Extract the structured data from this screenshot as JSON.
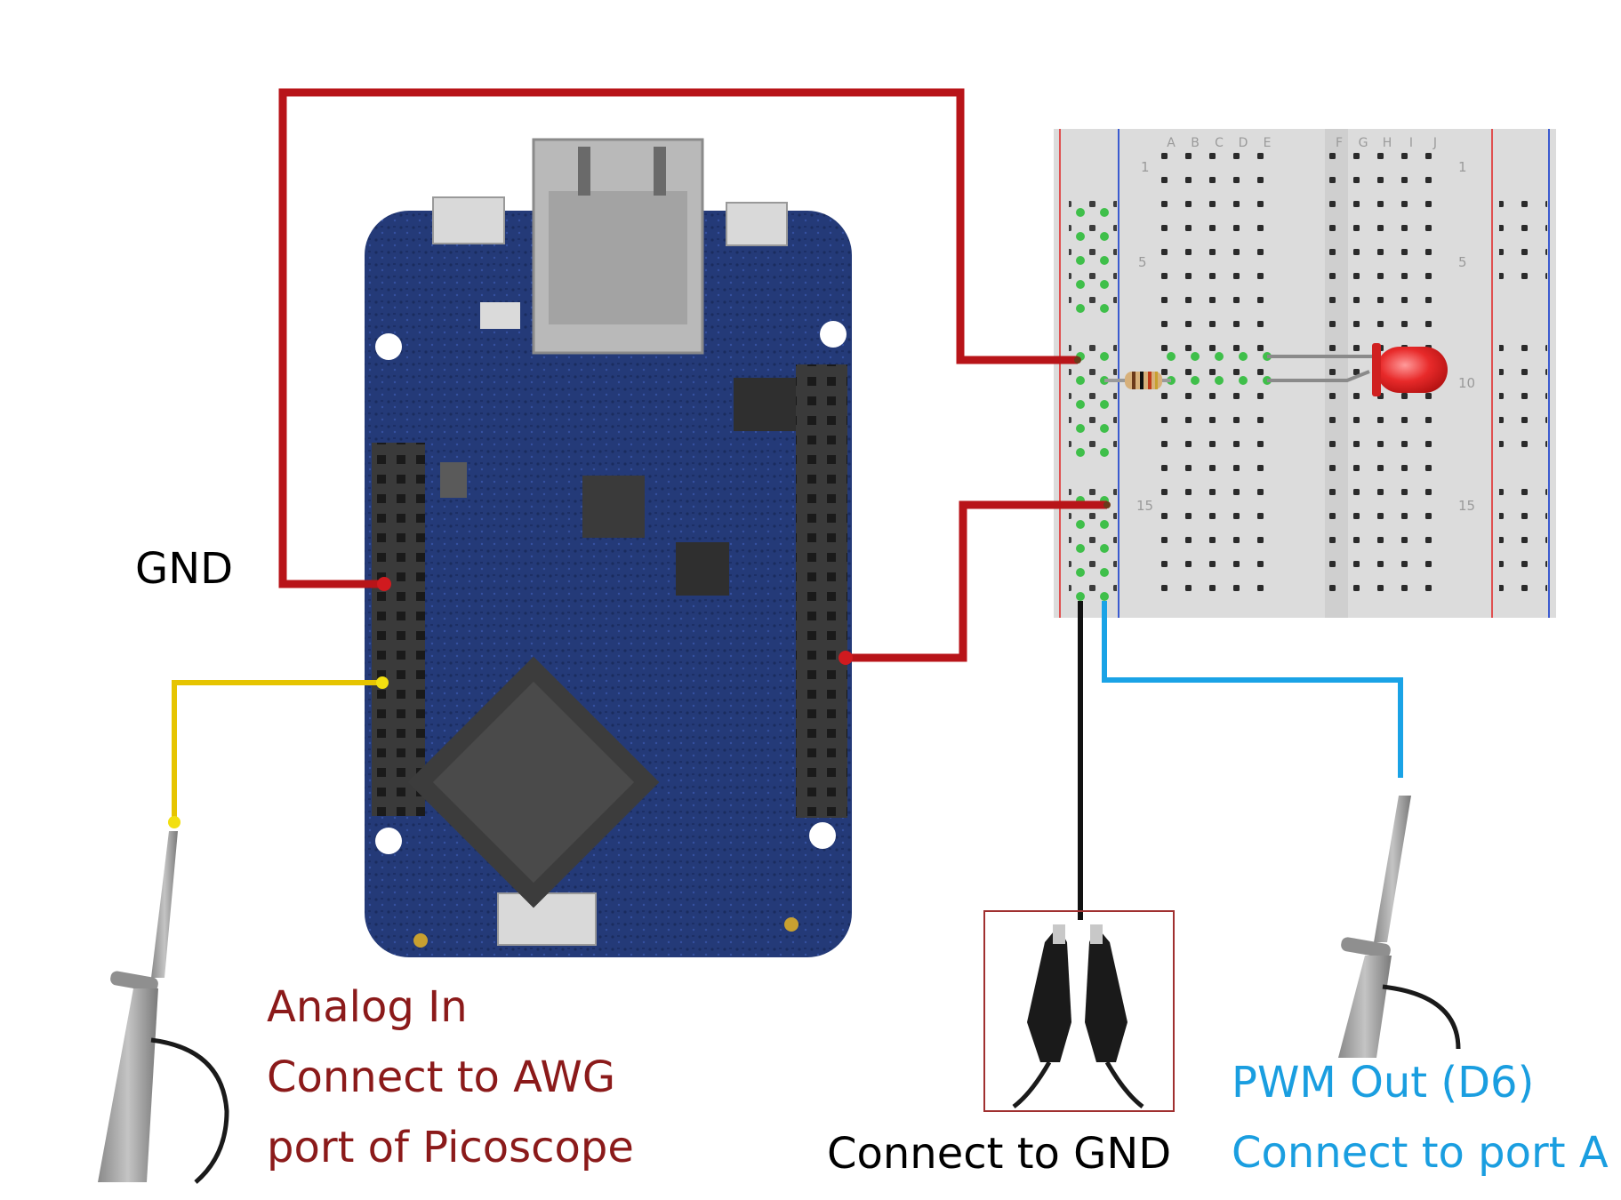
{
  "labels": {
    "gnd": "GND",
    "analog_in": [
      "Analog In",
      "Connect to AWG",
      "port of Picoscope"
    ],
    "connect_gnd": "Connect to GND",
    "pwm_out": [
      "PWM Out (D6)",
      "Connect to port A"
    ]
  },
  "breadboard": {
    "columns_left": [
      "A",
      "B",
      "C",
      "D",
      "E"
    ],
    "columns_right": [
      "F",
      "G",
      "H",
      "I",
      "J"
    ],
    "row_numbers": [
      "1",
      "5",
      "10",
      "15"
    ]
  },
  "colors": {
    "power_wire": "#b81419",
    "analog_wire": "#e6c400",
    "ground_wire": "#111111",
    "pwm_wire": "#1aa3e6",
    "analog_label": "#8b1a1a",
    "pwm_label": "#1a9ee0",
    "board": "#243a78",
    "led": "#e82a2a"
  },
  "icons": [
    "microcontroller-board-icon",
    "breadboard-icon",
    "resistor-icon",
    "led-icon",
    "oscilloscope-probe-icon",
    "alligator-clips-icon"
  ]
}
